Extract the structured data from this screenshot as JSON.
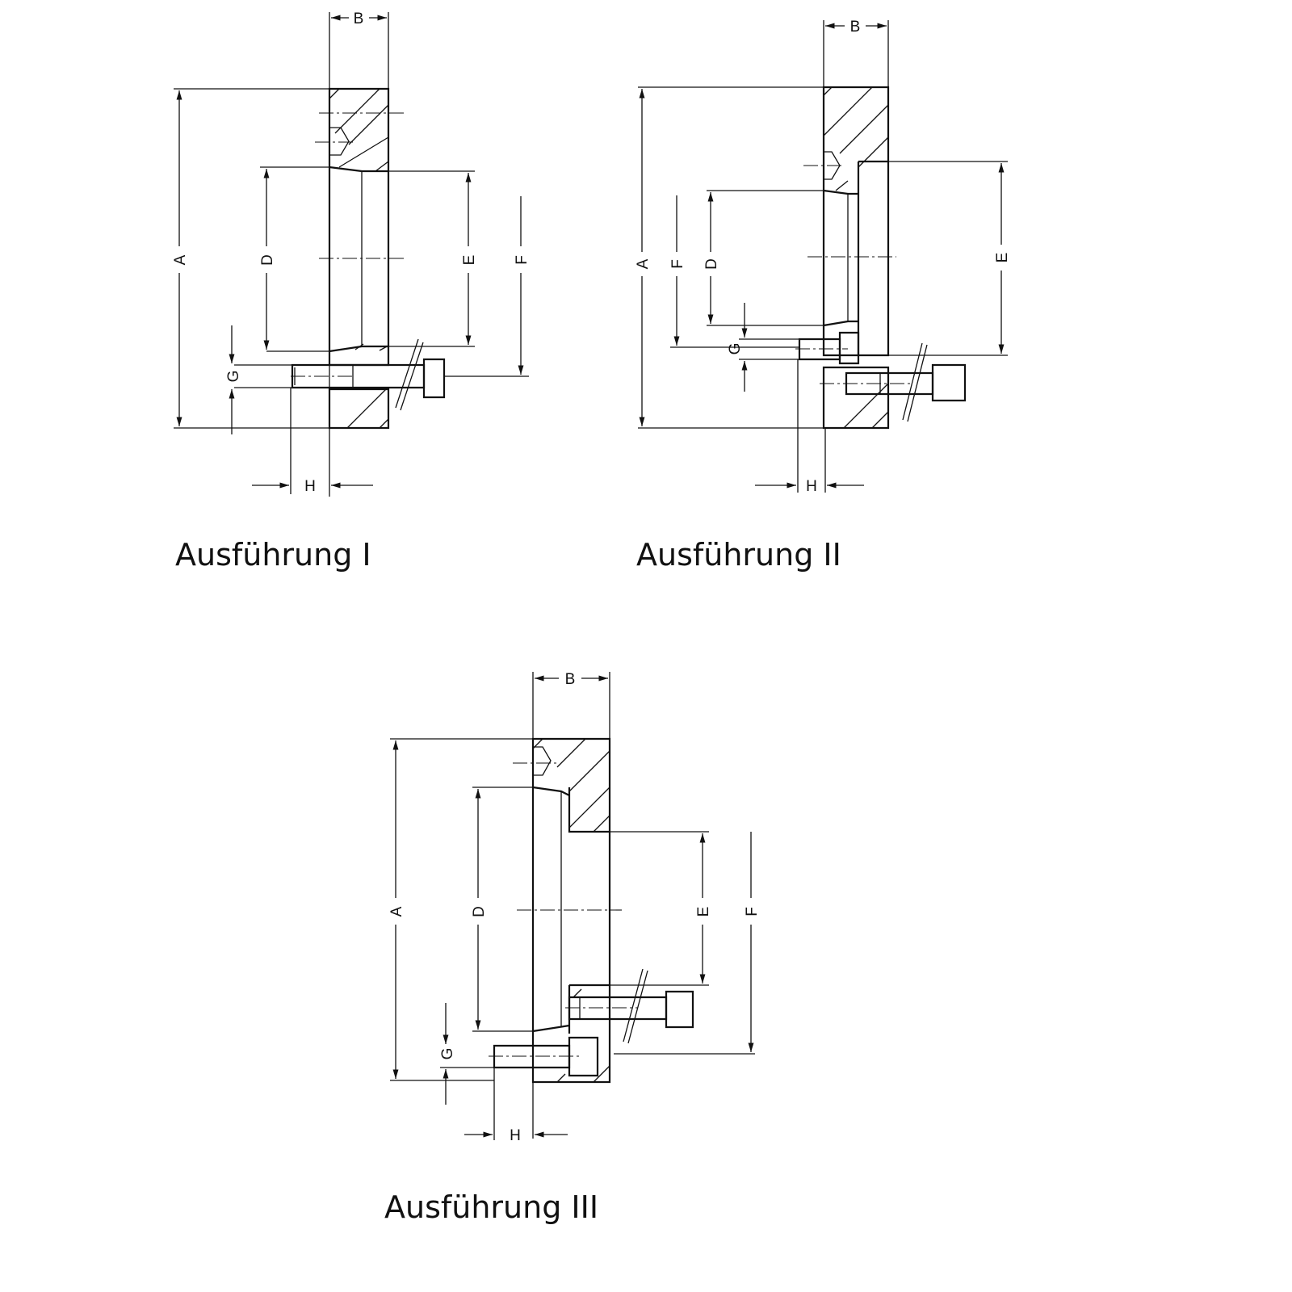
{
  "figures": [
    {
      "caption": "Ausführung I",
      "labels": {
        "A": "A",
        "B": "B",
        "D": "D",
        "E": "E",
        "F": "F",
        "G": "G",
        "H": "H"
      }
    },
    {
      "caption": "Ausführung II",
      "labels": {
        "A": "A",
        "B": "B",
        "D": "D",
        "E": "E",
        "F": "F",
        "G": "G",
        "H": "H"
      }
    },
    {
      "caption": "Ausführung III",
      "labels": {
        "A": "A",
        "B": "B",
        "D": "D",
        "E": "E",
        "F": "F",
        "G": "G",
        "H": "H"
      }
    }
  ]
}
